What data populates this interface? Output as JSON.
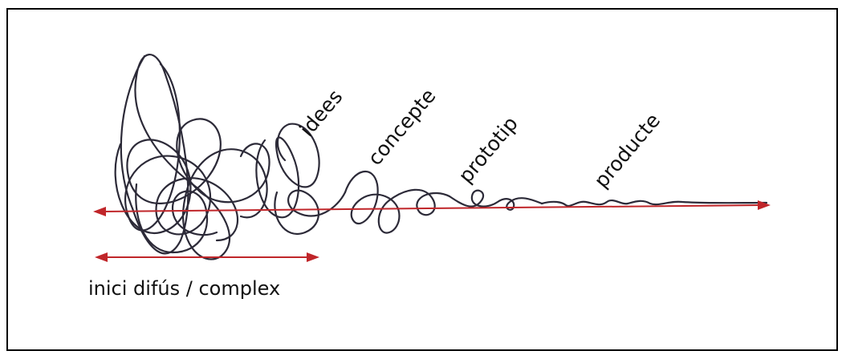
{
  "diagram": {
    "stages": [
      "idees",
      "concepte",
      "prototip",
      "producte"
    ],
    "caption": "inici difús / complex",
    "colors": {
      "arrow": "#c0262a",
      "scribble": "#2c2a38",
      "text": "#111111",
      "frame": "#000000"
    }
  }
}
